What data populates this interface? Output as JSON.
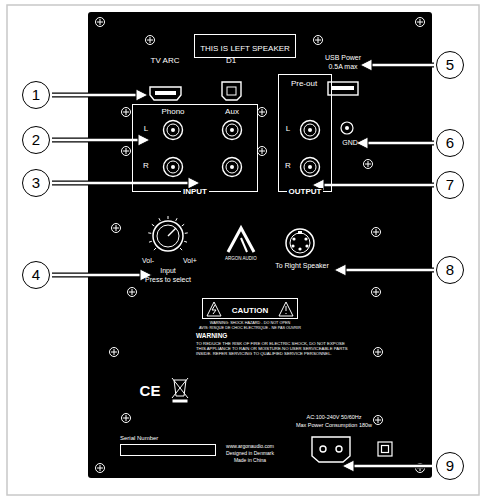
{
  "diagram": {
    "nodes": [
      {
        "text": [
          "1"
        ]
      },
      {
        "text": [
          "2"
        ]
      },
      {
        "text": [
          "3"
        ]
      },
      {
        "text": [
          "4"
        ]
      },
      {
        "text": [
          "5"
        ]
      },
      {
        "text": [
          "6"
        ]
      },
      {
        "text": [
          "7"
        ]
      },
      {
        "text": [
          "8"
        ]
      },
      {
        "text": [
          "9"
        ]
      },
      {
        "text": [
          "THIS IS LEFT SPEAKER"
        ]
      },
      {
        "text": [
          "INPUT"
        ]
      },
      {
        "text": [
          "OUTPUT"
        ]
      },
      {
        "text": [
          "CAUTION"
        ]
      },
      {
        "text": [
          "Serial Number"
        ]
      }
    ],
    "labels": [
      "TV ARC",
      "D1",
      "USB Power",
      "0.5A max",
      "Phono",
      "Aux",
      "L",
      "R",
      "Pre-out",
      "L",
      "R",
      "GND",
      "Vol-",
      "Vol+",
      "Input",
      "Press to select",
      "ARGON AUDIO",
      "To Right Speaker",
      "WARNING: SHOCK HAZARD - DO NOT OPEN",
      "AVIS: RISQUE DE CHOC ELECTRIQUE - NE PAS OUVRIR",
      "WARNING",
      "TO REDUCE THE RISK OF FIRE OR ELECTRIC SHOCK, DO NOT EXPOSE THIS APPLIANCE TO RAIN OR MOISTURE.NO USER SERVICEABLE PARTS INSIDE. REFER SERVICING TO QUALIFIED SERVICE PERSONNEL.",
      "CE",
      "AC:100-240V 50/60Hz",
      "Max Power Consumption 180w",
      "www.argonaudio.com",
      "Designed in Denmark",
      "Made in China"
    ]
  }
}
